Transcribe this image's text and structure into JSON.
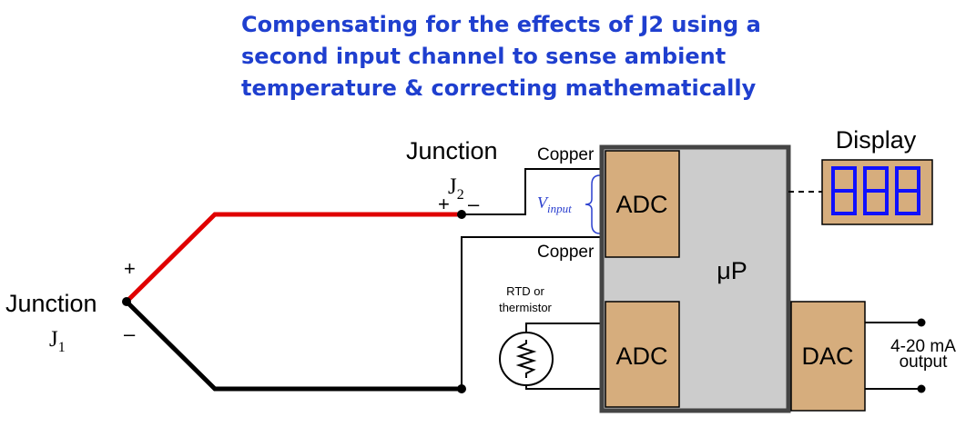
{
  "title": {
    "line1": "Compensating for the effects of J2 using a",
    "line2": "second input channel to sense ambient",
    "line3": "temperature & correcting mathematically"
  },
  "junction2": {
    "label": "Junction",
    "name": "J",
    "sub": "2",
    "plus": "+",
    "minus": "–"
  },
  "junction1": {
    "label": "Junction",
    "name": "J",
    "sub": "1",
    "plus": "+",
    "minus": "–"
  },
  "wires": {
    "copper_top": "Copper",
    "copper_bottom": "Copper"
  },
  "vinput": {
    "main": "V",
    "sub": "input"
  },
  "rtd": {
    "line1": "RTD or",
    "line2": "thermistor"
  },
  "blocks": {
    "adc_top": "ADC",
    "adc_bottom": "ADC",
    "mcu": "μP",
    "dac": "DAC"
  },
  "display": {
    "label": "Display"
  },
  "output": {
    "line1": "4-20 mA",
    "line2": "output"
  },
  "colors": {
    "title": "#1f3fcf",
    "thermocouple_positive": "#e00000",
    "thermocouple_negative": "#000000",
    "adc_fill": "#d6ad7d",
    "mcu_fill": "#cccccc",
    "digit_segments": "#1010ff",
    "vinput_brace": "#2a3fcf"
  }
}
